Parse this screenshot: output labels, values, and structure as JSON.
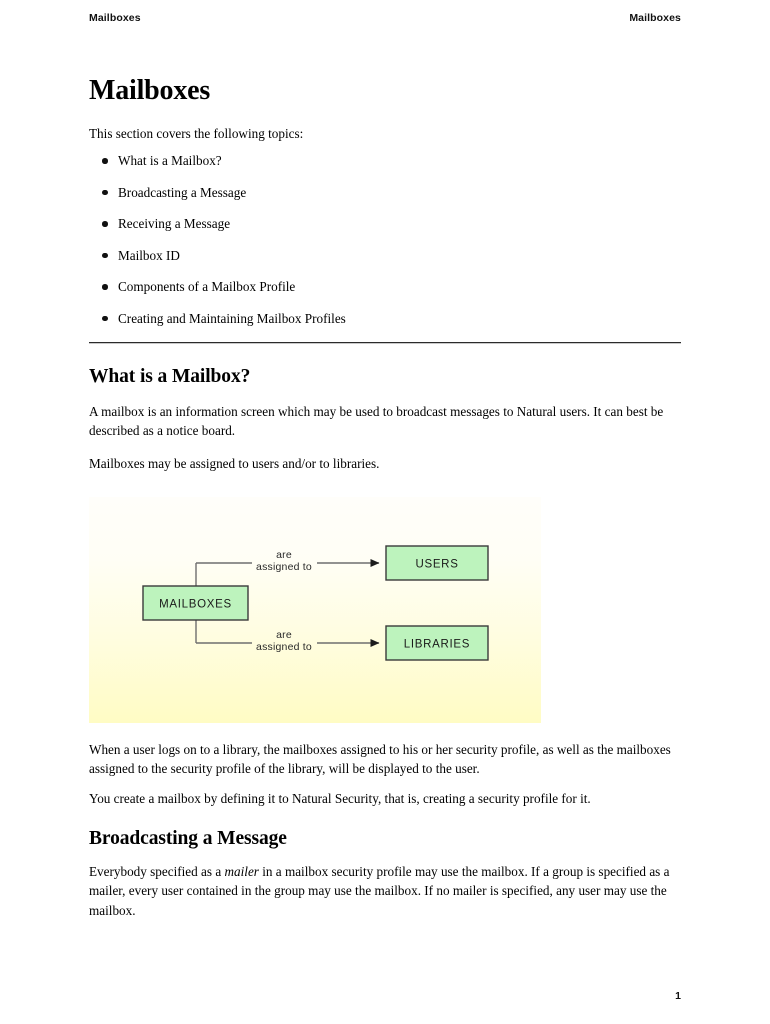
{
  "header": {
    "left_title": "Mailboxes",
    "right_title": "Mailboxes"
  },
  "document": {
    "title": "Mailboxes",
    "intro": "This section covers the following topics:",
    "topics": [
      {
        "label": "What is a Mailbox?"
      },
      {
        "label": "Broadcasting a Message"
      },
      {
        "label": "Receiving a Message"
      },
      {
        "label": "Mailbox ID"
      },
      {
        "label": "Components of a Mailbox Profile"
      },
      {
        "label": "Creating and Maintaining Mailbox Profiles"
      }
    ],
    "sections": [
      {
        "heading": "What is a Mailbox?",
        "paragraph_1": "A mailbox is an information screen which may be used to broadcast messages to Natural users. It can best be described as a notice board.",
        "paragraph_2": "Mailboxes may be assigned to users and/or to libraries.",
        "paragraph_3": "When a user logs on to a library, the mailboxes assigned to his or her security profile, as well as the mailboxes assigned to the security profile of the library, will be displayed to the user.",
        "paragraph_4": "You create a mailbox by defining it to Natural Security, that is, creating a security profile for it."
      },
      {
        "heading": "Broadcasting a Message",
        "paragraph_1_part_1": "Everybody specified as a ",
        "paragraph_1_emphasis": "mailer",
        "paragraph_1_part_2": " in a mailbox security profile may use the mailbox. If a group is specified as a mailer, every user contained in the group may use the mailbox. If no mailer is specified, any user may use the mailbox."
      }
    ],
    "page_number": "1"
  },
  "figure": {
    "nodes": [
      {
        "id": "mailboxes",
        "label": "MAILBOXES"
      },
      {
        "id": "users",
        "label": "USERS"
      },
      {
        "id": "libraries",
        "label": "LIBRARIES"
      }
    ],
    "edges": [
      {
        "from": "mailboxes",
        "to": "users",
        "label_line1": "are",
        "label_line2": "assigned to"
      },
      {
        "from": "mailboxes",
        "to": "libraries",
        "label_line1": "are",
        "label_line2": "assigned to"
      }
    ],
    "colors": {
      "node_fill": "#bdf3bd",
      "node_border": "#3a3a3a",
      "connector": "#6e6e6e",
      "background_top": "#fffefa",
      "background_bottom": "#fffcc4"
    }
  }
}
